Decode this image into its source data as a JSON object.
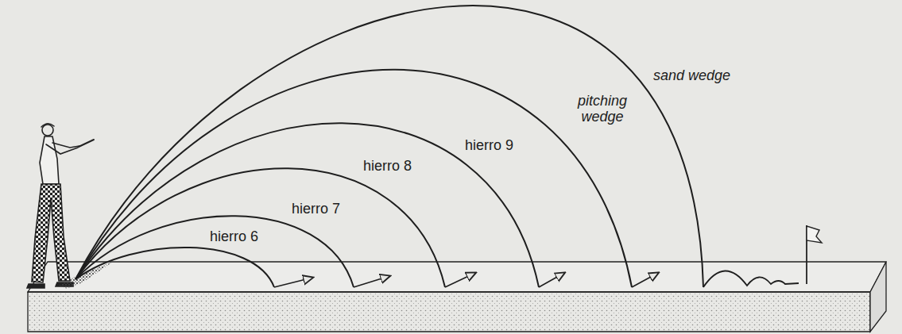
{
  "diagram": {
    "labels": [
      "hierro 6",
      "hierro 7",
      "hierro 8",
      "hierro 9",
      "pitching wedge",
      "sand wedge"
    ]
  }
}
